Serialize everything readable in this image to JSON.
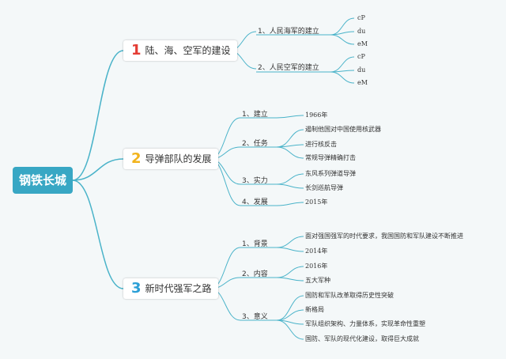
{
  "root": {
    "label": "钢铁长城"
  },
  "branches": [
    {
      "number": "1",
      "title": "陆、海、空军的建设",
      "children": [
        {
          "label": "1、人民海军的建立",
          "items": [
            "cP",
            "du",
            "eM"
          ]
        },
        {
          "label": "2、人民空军的建立",
          "items": [
            "cP",
            "du",
            "eM"
          ]
        }
      ]
    },
    {
      "number": "2",
      "title": "导弹部队的发展",
      "children": [
        {
          "label": "1、建立",
          "items": [
            "1966年"
          ]
        },
        {
          "label": "2、任务",
          "items": [
            "遏制他国对中国使用核武器",
            "进行核反击",
            "常规导弹精确打击"
          ]
        },
        {
          "label": "3、实力",
          "items": [
            "东风系列弹道导弹",
            "长剑巡航导弹"
          ]
        },
        {
          "label": "4、发展",
          "items": [
            "2015年"
          ]
        }
      ]
    },
    {
      "number": "3",
      "title": "新时代强军之路",
      "children": [
        {
          "label": "1、背景",
          "items": [
            "面对强国强军的时代要求，我国国防和军队建设不断推进",
            "2014年"
          ]
        },
        {
          "label": "2、内容",
          "items": [
            "2016年",
            "五大军种"
          ]
        },
        {
          "label": "3、意义",
          "items": [
            "国防和军队改革取得历史性突破",
            "新格局",
            "军队组织架构、力量体系，实现革命性重塑",
            "国防、军队的现代化建设，取得巨大成就"
          ]
        }
      ]
    }
  ],
  "colors": {
    "root": "#38a7c4",
    "line": "#4ab3c9",
    "num1": "#e43c34",
    "num2": "#f2b31c",
    "num3": "#2b9fd6"
  }
}
